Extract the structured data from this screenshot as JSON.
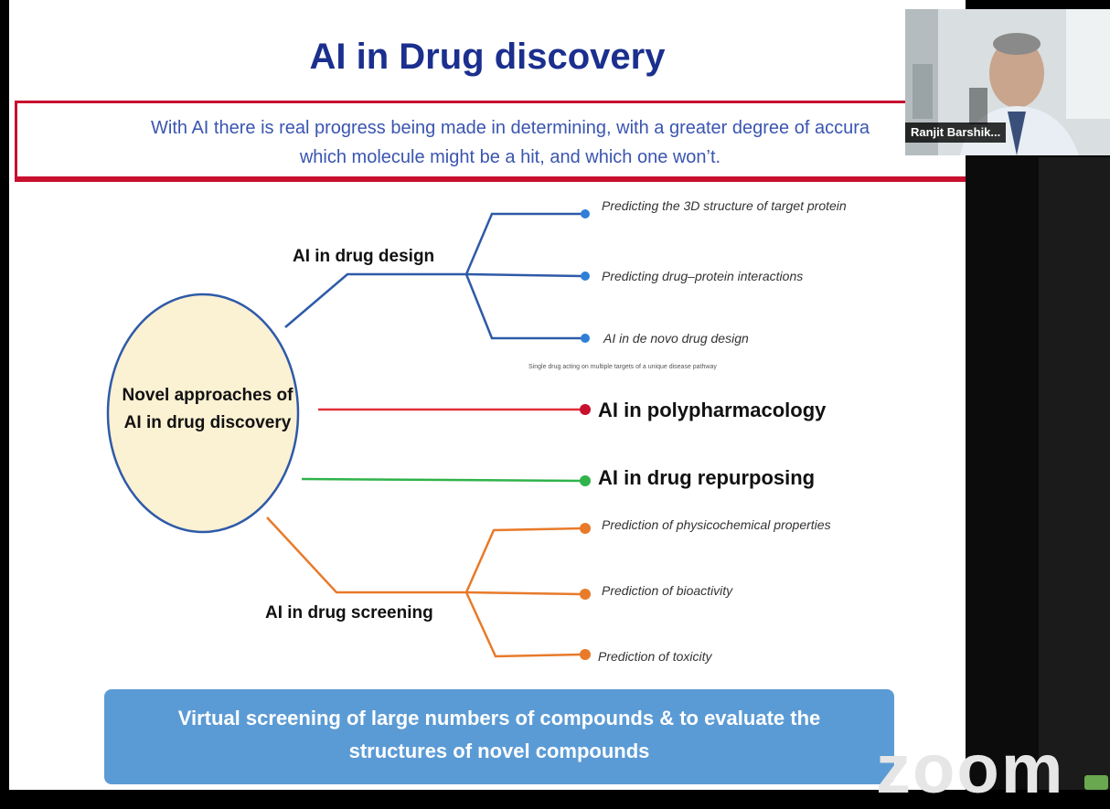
{
  "slide": {
    "title": "AI in Drug discovery",
    "quote_line1": "With AI there is real progress being made in determining, with a greater degree of accura",
    "quote_line2": "which molecule might be a hit, and which one won’t.",
    "center_label": "Novel approaches of AI in drug discovery",
    "branches": {
      "design": "AI in drug design",
      "screening": "AI in drug screening"
    },
    "design_items": [
      "Predicting the 3D structure of target protein",
      "Predicting drug–protein interactions",
      "AI in de  novo drug design"
    ],
    "small_note": "Single drug acting on multiple targets of a unique disease pathway",
    "poly": "AI in polypharmacology",
    "repurposing": "AI in drug repurposing",
    "screening_items": [
      "Prediction of physicochemical properties",
      "Prediction of bioactivity",
      "Prediction of toxicity"
    ],
    "banner_line1": "Virtual screening of large numbers of compounds  & to evaluate the",
    "banner_line2": "structures of novel compounds"
  },
  "zoom": {
    "watermark": "zoom",
    "participant_name": "Ranjit Barshik..."
  },
  "colors": {
    "title": "#1b2f8e",
    "accent_red": "#c8102e",
    "design_branch": "#2e5aa8",
    "poly_branch": "#e0303a",
    "repurpose_branch": "#2fb34a",
    "screening_branch": "#e87a2a",
    "banner": "#5b9bd5",
    "ellipse_fill": "#fbf1d3"
  }
}
